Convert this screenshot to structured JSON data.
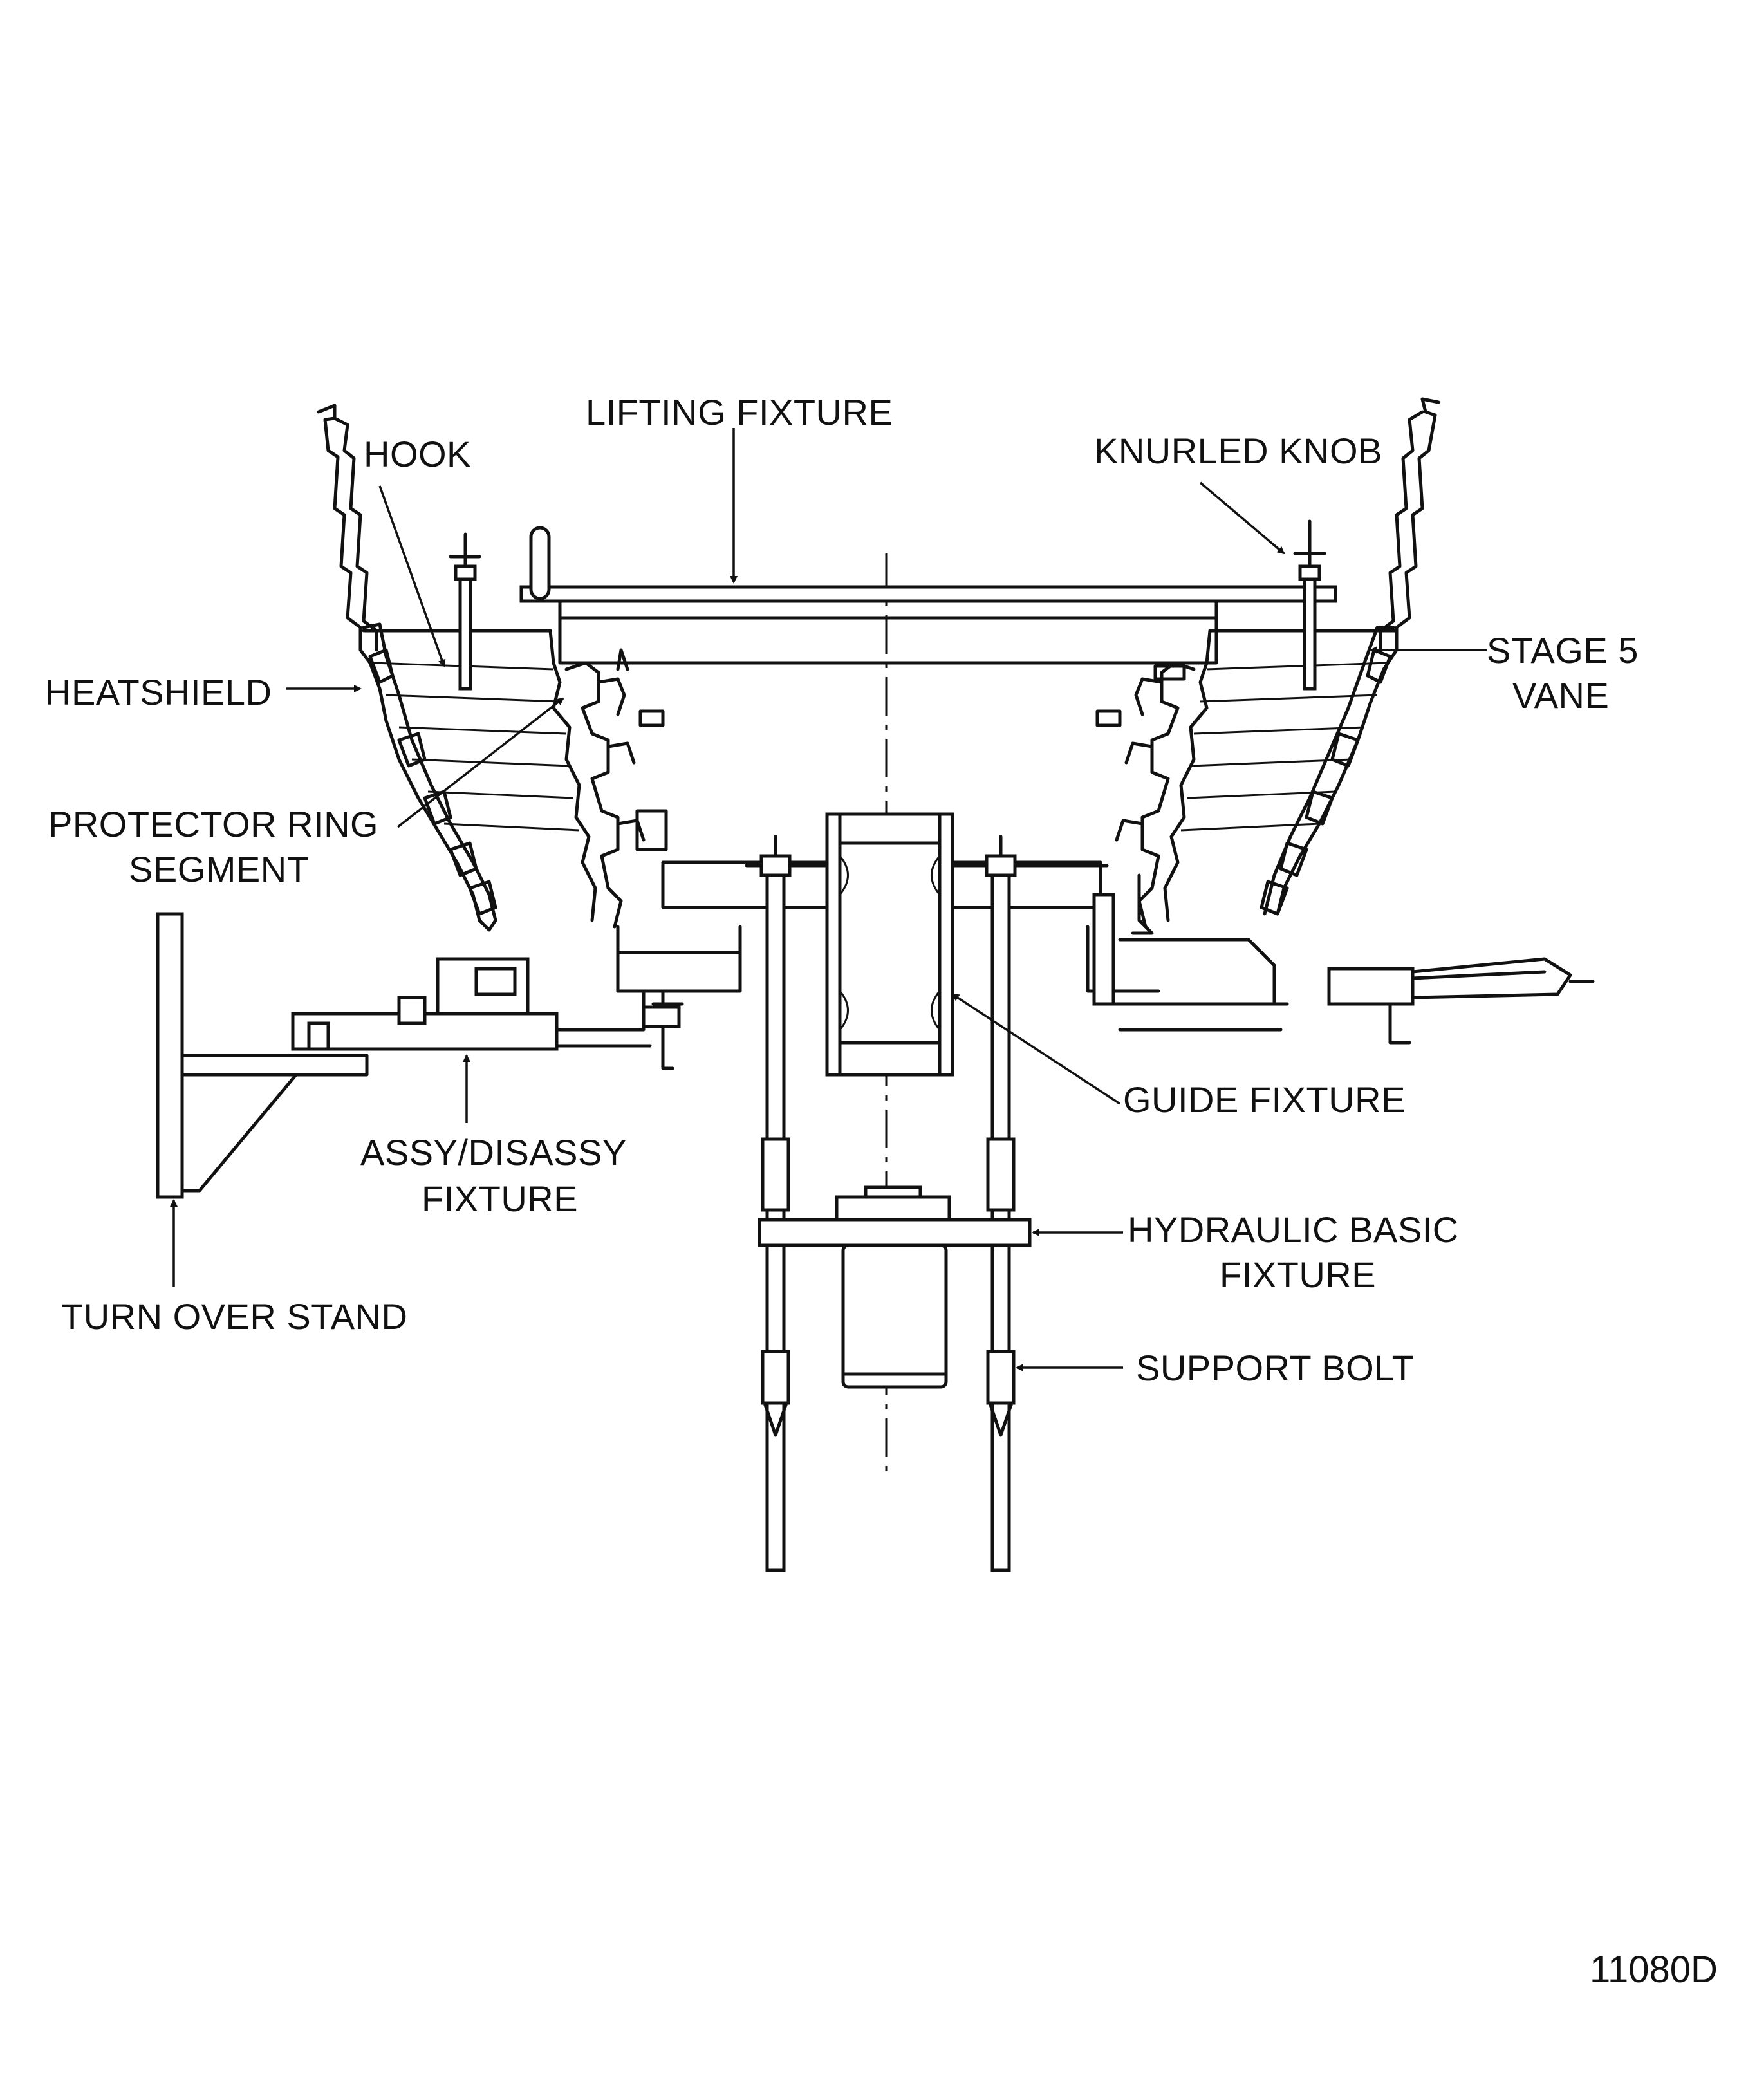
{
  "labels": {
    "lifting_fixture": "LIFTING FIXTURE",
    "hook": "HOOK",
    "knurled_knob": "KNURLED KNOB",
    "heatshield": "HEATSHIELD",
    "stage5_line1": "STAGE 5",
    "stage5_line2": "VANE",
    "protector_line1": "PROTECTOR RING",
    "protector_line2": "SEGMENT",
    "guide_fixture": "GUIDE FIXTURE",
    "assy_line1": "ASSY/DISASSY",
    "assy_line2": "FIXTURE",
    "hydraulic_line1": "HYDRAULIC BASIC",
    "hydraulic_line2": "FIXTURE",
    "turn_over_stand": "TURN OVER STAND",
    "support_bolt": "SUPPORT BOLT"
  },
  "figure_id": "11080D"
}
